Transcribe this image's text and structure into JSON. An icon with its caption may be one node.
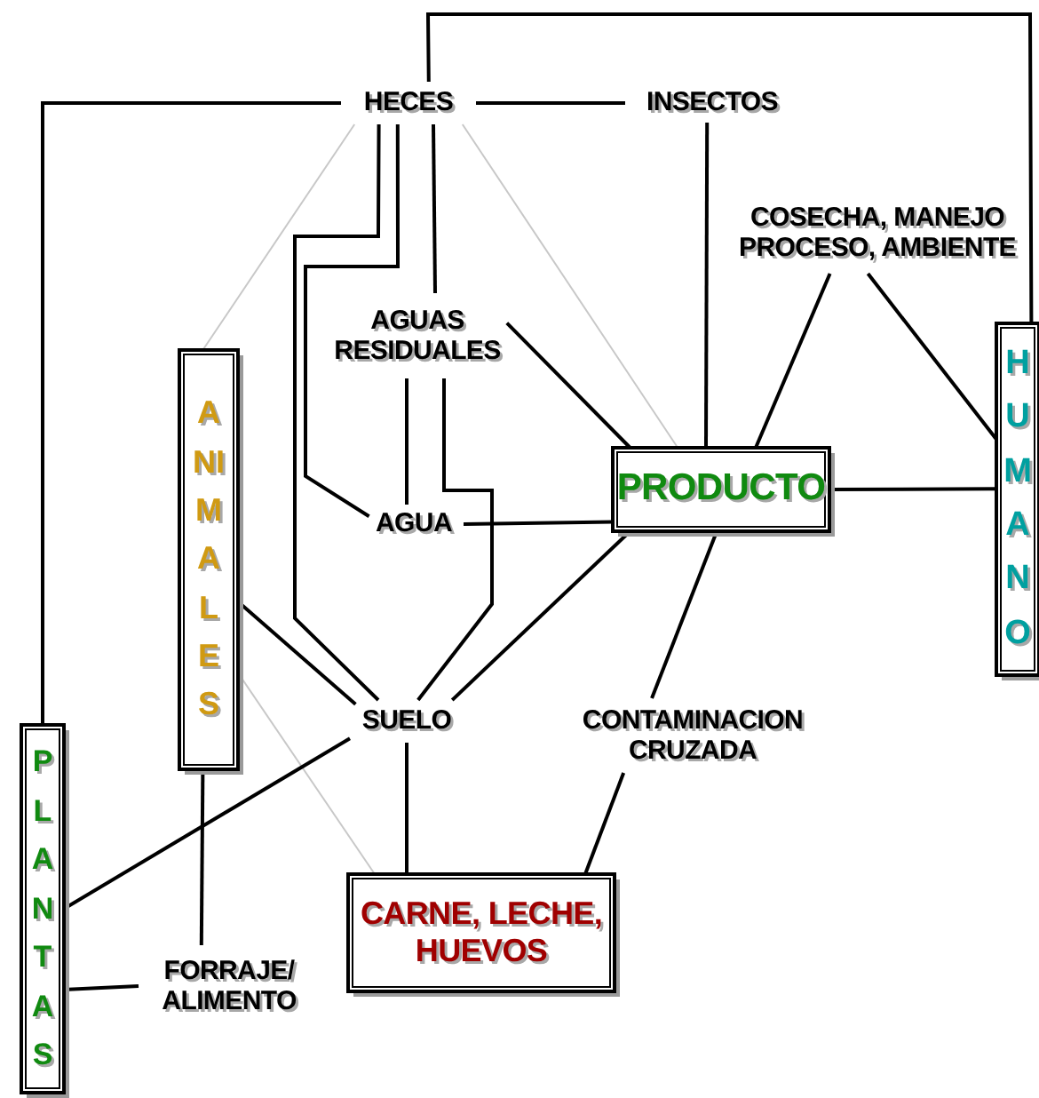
{
  "diagram": {
    "nodes": [
      {
        "text": [
          "HECES"
        ]
      },
      {
        "text": [
          "INSECTOS"
        ]
      },
      {
        "text": [
          "COSECHA, MANEJO PROCESO, AMBIENTE"
        ]
      },
      {
        "text": [
          "AGUAS RESIDUALES"
        ]
      },
      {
        "text": [
          "ANIMALES"
        ]
      },
      {
        "text": [
          "PRODUCTO"
        ]
      },
      {
        "text": [
          "HUMANO"
        ]
      },
      {
        "text": [
          "AGUA"
        ]
      },
      {
        "text": [
          "SUELO"
        ]
      },
      {
        "text": [
          "CONTAMINACION CRUZADA"
        ]
      },
      {
        "text": [
          "PLANTAS"
        ]
      },
      {
        "text": [
          "CARNE, LECHE, HUEVOS"
        ]
      },
      {
        "text": [
          "FORRAJE/ ALIMENTO"
        ]
      }
    ],
    "edges": [
      {
        "from": 0,
        "to": 6,
        "arrow": "none"
      },
      {
        "from": 0,
        "to": 1,
        "arrow": "none"
      },
      {
        "from": 0,
        "to": 10,
        "arrow": "none"
      },
      {
        "from": 0,
        "to": 4,
        "arrow": "none",
        "color": "#c8c8c8"
      },
      {
        "from": 0,
        "to": 5,
        "arrow": "none",
        "color": "#c8c8c8"
      },
      {
        "from": 0,
        "to": 8,
        "arrow": "none"
      },
      {
        "from": 0,
        "to": 7,
        "arrow": "none"
      },
      {
        "from": 0,
        "to": 3,
        "arrow": "none"
      },
      {
        "from": 3,
        "to": 5,
        "arrow": "none"
      },
      {
        "from": 3,
        "to": 7,
        "arrow": "none"
      },
      {
        "from": 3,
        "to": 8,
        "arrow": "none"
      },
      {
        "from": 1,
        "to": 5,
        "arrow": "none"
      },
      {
        "from": 2,
        "to": 5,
        "arrow": "none"
      },
      {
        "from": 2,
        "to": 6,
        "arrow": "none"
      },
      {
        "from": 7,
        "to": 5,
        "arrow": "none"
      },
      {
        "from": 5,
        "to": 6,
        "arrow": "none"
      },
      {
        "from": 5,
        "to": 8,
        "arrow": "none"
      },
      {
        "from": 5,
        "to": 9,
        "arrow": "none"
      },
      {
        "from": 9,
        "to": 11,
        "arrow": "none"
      },
      {
        "from": 4,
        "to": 8,
        "arrow": "none"
      },
      {
        "from": 4,
        "to": 11,
        "arrow": "none",
        "color": "#c8c8c8"
      },
      {
        "from": 4,
        "to": 12,
        "arrow": "none"
      },
      {
        "from": 8,
        "to": 10,
        "arrow": "none"
      },
      {
        "from": 8,
        "to": 11,
        "arrow": "none"
      },
      {
        "from": 10,
        "to": 12,
        "arrow": "none"
      }
    ]
  }
}
